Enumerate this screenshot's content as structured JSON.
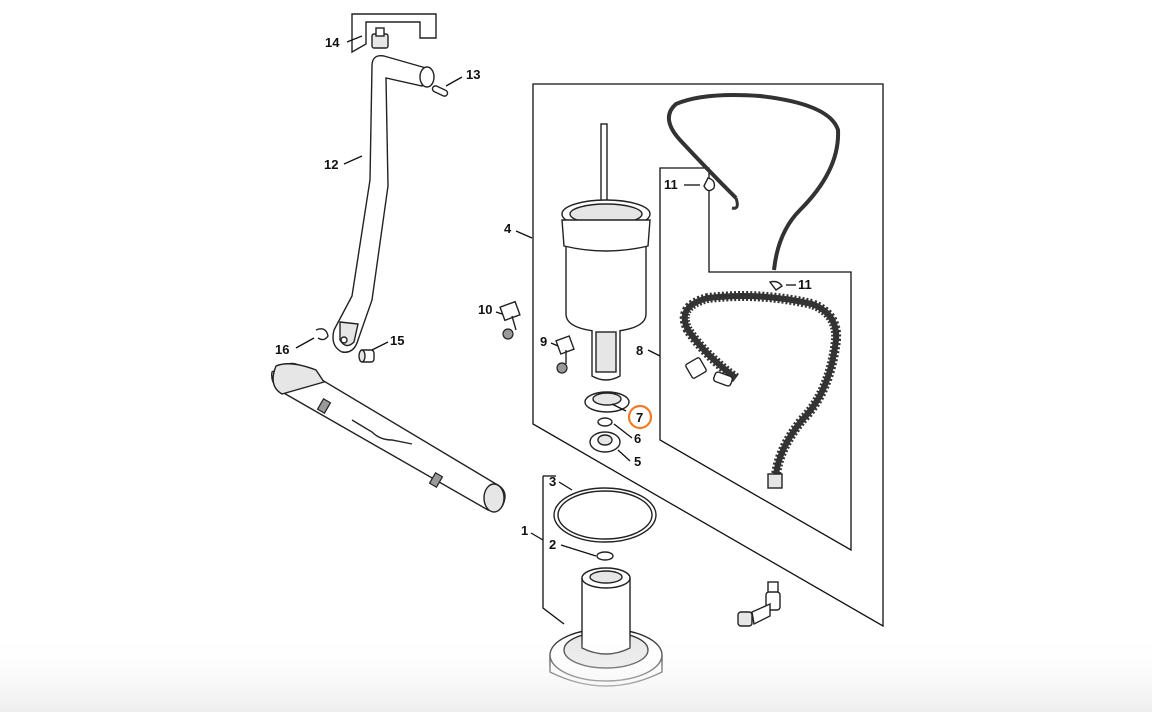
{
  "diagram": {
    "highlight_color": "#f07c28",
    "line_color": "#111111",
    "callouts": [
      {
        "id": "c1",
        "label": "1"
      },
      {
        "id": "c2",
        "label": "2"
      },
      {
        "id": "c3",
        "label": "3"
      },
      {
        "id": "c4",
        "label": "4"
      },
      {
        "id": "c5",
        "label": "5"
      },
      {
        "id": "c6",
        "label": "6"
      },
      {
        "id": "c7",
        "label": "7",
        "highlighted": true
      },
      {
        "id": "c8",
        "label": "8"
      },
      {
        "id": "c9",
        "label": "9"
      },
      {
        "id": "c10",
        "label": "10"
      },
      {
        "id": "c11a",
        "label": "11"
      },
      {
        "id": "c11b",
        "label": "11"
      },
      {
        "id": "c12",
        "label": "12"
      },
      {
        "id": "c13",
        "label": "13"
      },
      {
        "id": "c14",
        "label": "14"
      },
      {
        "id": "c15",
        "label": "15"
      },
      {
        "id": "c16",
        "label": "16"
      }
    ]
  }
}
